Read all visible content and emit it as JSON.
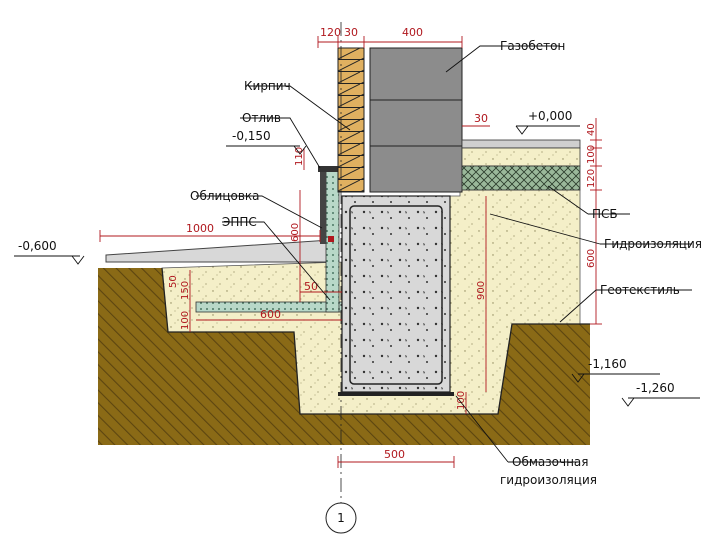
{
  "labels": {
    "gazobeton": "Газобетон",
    "kirpich": "Кирпич",
    "otliv": "Отлив",
    "oblicovka": "Облицовка",
    "epps": "ЭППС",
    "psb": "ПСБ",
    "gidroizolyaciya": "Гидроизоляция",
    "geotekstil": "Геотекстиль",
    "obmazochnaya_1": "Обмазочная",
    "obmazochnaya_2": "гидроизоляция"
  },
  "elevations": {
    "zero": "+0,000",
    "m0150": "-0,150",
    "m0600": "-0,600",
    "m1160": "-1,160",
    "m1260": "-1,260"
  },
  "dimensions": {
    "top_120": "120",
    "top_30": "30",
    "top_400": "400",
    "right_30": "30",
    "v_40": "40",
    "v_100": "100",
    "v_120": "120",
    "v_600_right": "600",
    "v_900": "900",
    "v_110": "110",
    "v_600_left": "600",
    "h_1000": "1000",
    "h_50": "50",
    "h_600": "600",
    "v_150": "150",
    "v_50": "50",
    "v_100_left": "100",
    "v_100_bottom": "100",
    "bottom_500": "500"
  },
  "axis": {
    "marker": "1"
  },
  "colors": {
    "soil": "#8a6a16",
    "soil_hatch": "#5c4510",
    "sand": "#f4efc8",
    "concrete": "#d8d8d8",
    "aerated": "#8c8c8c",
    "brick": "#e0b060",
    "insulation": "#b8d8c8",
    "dim_red": "#b0181e"
  }
}
